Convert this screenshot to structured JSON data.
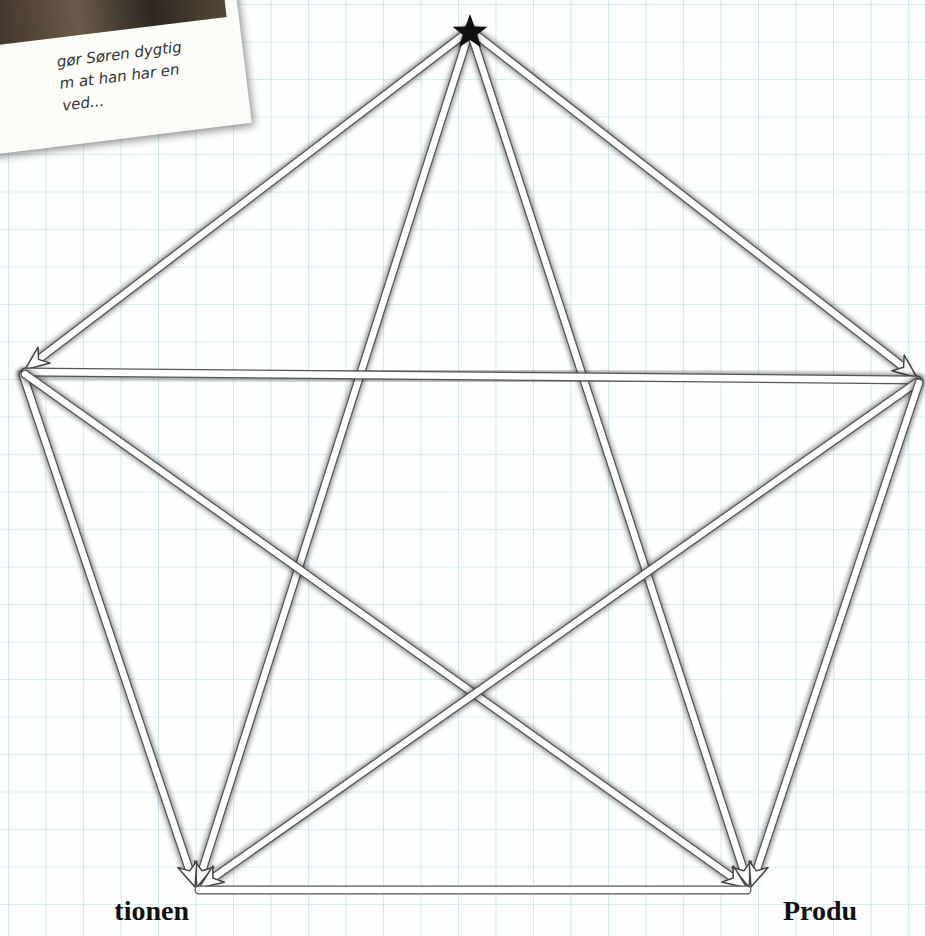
{
  "diagram": {
    "nodes": [
      {
        "text": []
      },
      {
        "text": []
      },
      {
        "text": []
      },
      {
        "text": [
          "tionen"
        ]
      },
      {
        "text": [
          "Produ"
        ]
      }
    ],
    "edges": [
      {
        "from": 0,
        "to": 1,
        "arrow": "to"
      },
      {
        "from": 0,
        "to": 2,
        "arrow": "to"
      },
      {
        "from": 0,
        "to": 3,
        "arrow": "to"
      },
      {
        "from": 0,
        "to": 4,
        "arrow": "to"
      },
      {
        "from": 1,
        "to": 2,
        "arrow": "none"
      },
      {
        "from": 1,
        "to": 3,
        "arrow": "to"
      },
      {
        "from": 1,
        "to": 4,
        "arrow": "to"
      },
      {
        "from": 2,
        "to": 3,
        "arrow": "to"
      },
      {
        "from": 2,
        "to": 4,
        "arrow": "to"
      },
      {
        "from": 3,
        "to": 4,
        "arrow": "none"
      }
    ],
    "labels": [
      "gør Søren dygtig",
      "m at han har en",
      "ved..."
    ]
  }
}
